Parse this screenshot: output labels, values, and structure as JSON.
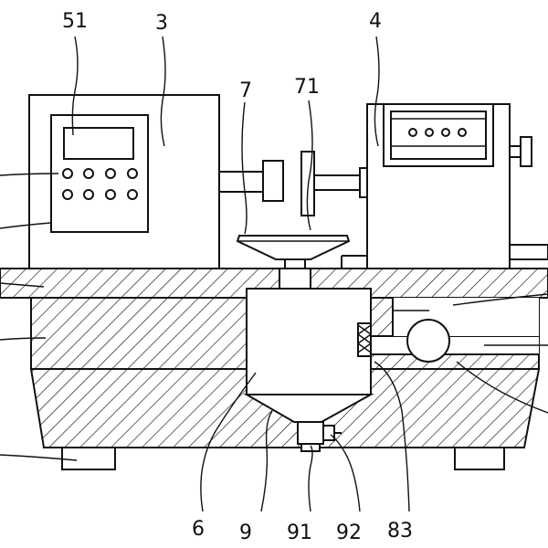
{
  "labels": {
    "l51": "51",
    "l3": "3",
    "l4": "4",
    "l7": "7",
    "l71": "71",
    "l6": "6",
    "l9": "9",
    "l91": "91",
    "l92": "92",
    "l83": "83"
  }
}
